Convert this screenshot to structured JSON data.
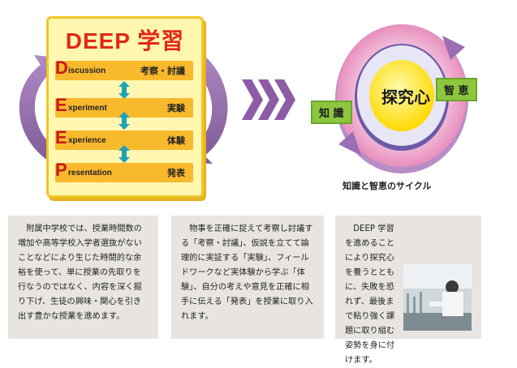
{
  "deep": {
    "title": "DEEP 学習",
    "steps": [
      {
        "letter": "D",
        "word": "iscussion",
        "jp": "考察・討議"
      },
      {
        "letter": "E",
        "word": "xperiment",
        "jp": "実験"
      },
      {
        "letter": "E",
        "word": "xperience",
        "jp": "体験"
      },
      {
        "letter": "P",
        "word": "resentation",
        "jp": "発表"
      }
    ]
  },
  "cycle": {
    "center": "探究心",
    "left_tag": "知 識",
    "right_tag": "智 恵",
    "caption": "知識と智恵のサイクル"
  },
  "paragraphs": [
    "附属中学校では、授業時間数の増加や高等学校入学者選抜がないことなどにより生じた時間的な余裕を使って、単に授業の先取りを行なうのではなく、内容を深く掘り下げ、生徒の興味・関心を引き出す豊かな授業を進めます。",
    "物事を正確に捉えて考察し討議する「考察・討議」、仮説を立てて論理的に実証する「実験」、フィールドワークなど実体験から学ぶ「体験」、自分の考えや意見を正確に相手に伝える「発表」を授業に取り入れます。",
    "DEEP 学習を進めることにより探究心を養うとともに、失敗を恐れず、最後まで粘り強く課題に取り組む姿勢を身に付けます。"
  ],
  "colors": {
    "title_red": "#e2261c",
    "card_yellow": "#fff7b0",
    "bar_orange": "#f9b92d",
    "arrow_purple": "#9b6fb0",
    "ring_pink": "#f2b8d4",
    "center_yellow": "#ffe600",
    "tag_green": "#8cc63f",
    "box_gray": "#e8e5e1"
  }
}
